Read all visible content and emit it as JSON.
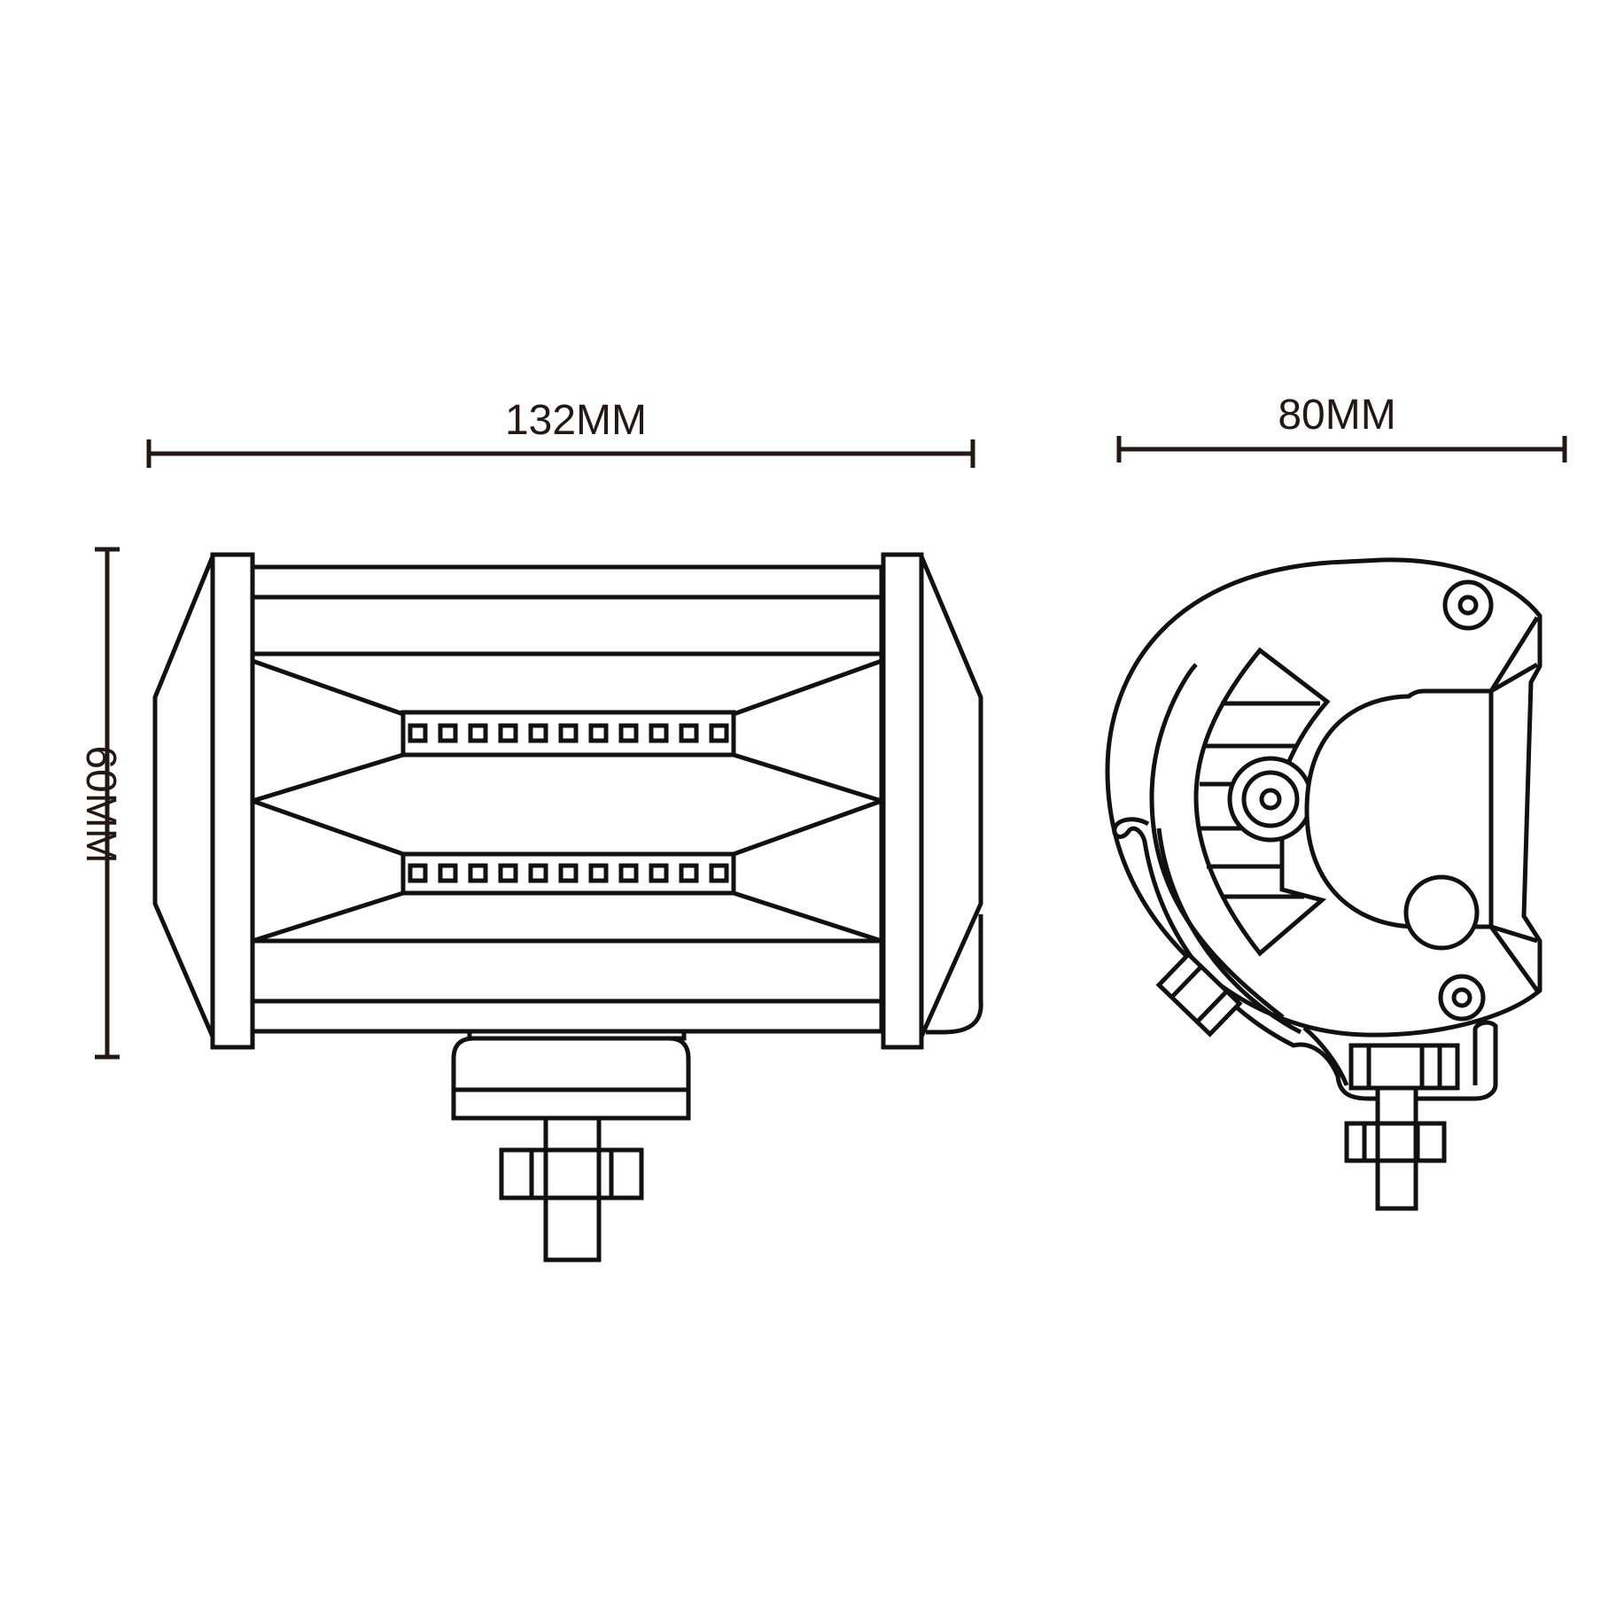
{
  "dimensions": {
    "width_label": "132MM",
    "height_label": "60MM",
    "depth_label": "80MM"
  },
  "led_rows": [
    {
      "row": "upper",
      "led_count": 11
    },
    {
      "row": "lower",
      "led_count": 11
    }
  ],
  "colors": {
    "dimension_lines": "#231815",
    "outline": "#111111",
    "background": "#ffffff"
  }
}
